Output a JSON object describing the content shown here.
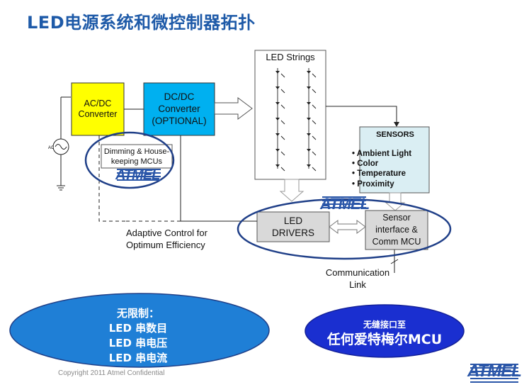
{
  "title": "LED电源系统和微控制器拓扑",
  "blocks": {
    "acdc": "AC/DC\nConverter",
    "dcdc": "DC/DC\nConverter\n(OPTIONAL)",
    "dimming": "Dimming & House-\nkeeping MCUs",
    "led_strings": "LED Strings",
    "led_drivers": "LED\nDRIVERS",
    "sensor_interface": "Sensor\ninterface &\nComm MCU",
    "ac_source": "AC"
  },
  "sensors": {
    "title": "SENSORS",
    "items": [
      "Ambient Light",
      "Color",
      "Temperature",
      "Proximity"
    ]
  },
  "labels": {
    "adaptive": "Adaptive Control for\nOptimum Efficiency",
    "comm_link": "Communication\nLink"
  },
  "logos": {
    "atmel": "ATMEL"
  },
  "callouts": {
    "left_title": "无限制：",
    "left_items": [
      "LED 串数目",
      "LED 串电压",
      "LED 串电流"
    ],
    "right_line1": "无缝接口至",
    "right_line2": "任何爱特梅尔MCU"
  },
  "footer": {
    "copyright": "Copyright 2011 Atmel Confidential"
  },
  "colors": {
    "title": "#1e5aa8",
    "acdc_fill": "#ffff00",
    "dcdc_fill": "#00b0f0",
    "sensors_fill": "#daeef3",
    "ellipse_fill": "#1f7fd6",
    "ellipse_outline": "#1f3f88",
    "atmel_blue": "#2a56a8"
  }
}
